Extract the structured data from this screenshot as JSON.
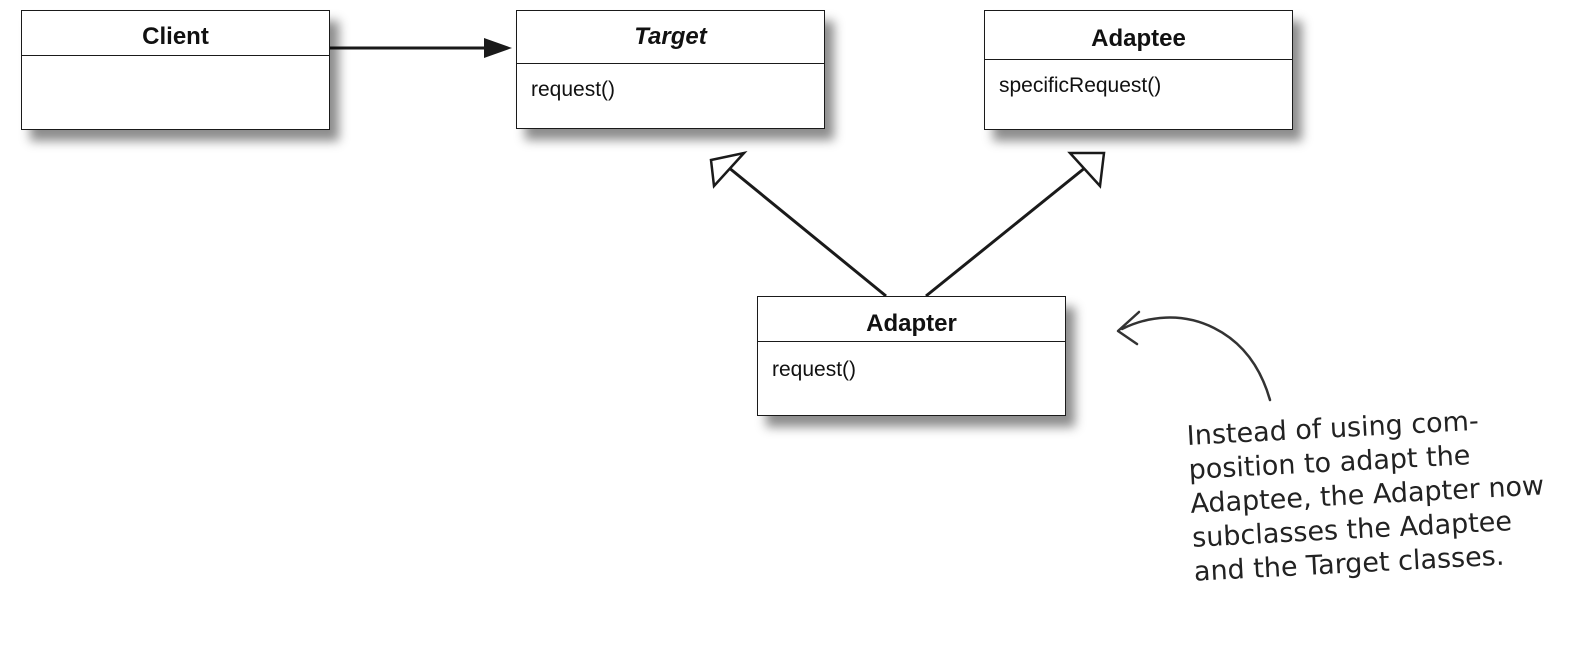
{
  "classes": {
    "client": {
      "name": "Client",
      "operations": ""
    },
    "target": {
      "name": "Target",
      "operations": "request()"
    },
    "adaptee": {
      "name": "Adaptee",
      "operations": "specificRequest()"
    },
    "adapter": {
      "name": "Adapter",
      "operations": "request()"
    }
  },
  "annotation": {
    "lines": [
      "Instead of using com-",
      "position to adapt the",
      "Adaptee, the Adapter now",
      "subclasses the Adaptee",
      "and the Target classes."
    ]
  },
  "colors": {
    "line": "#1a1a1a",
    "background": "#ffffff"
  }
}
